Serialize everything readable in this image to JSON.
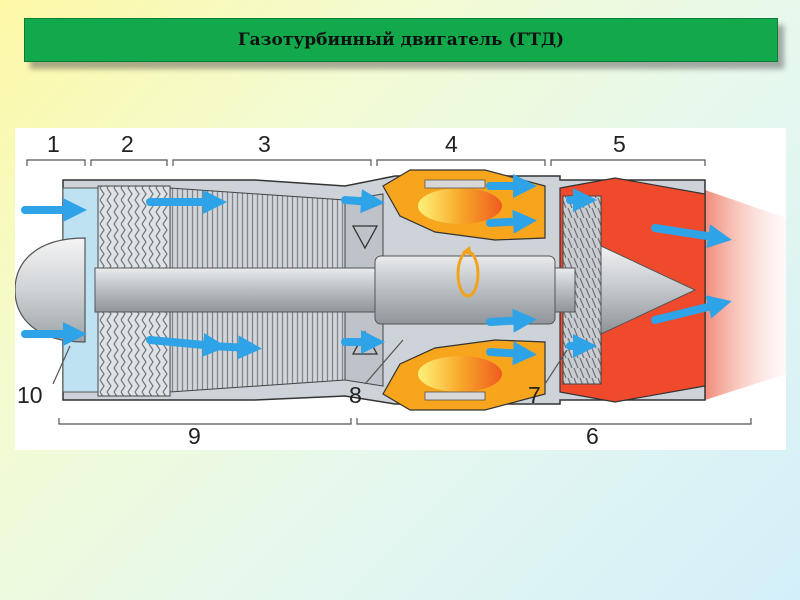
{
  "slide": {
    "title": "Газотурбинный двигатель (ГТД)"
  },
  "diagram": {
    "labels": {
      "l1": "1",
      "l2": "2",
      "l3": "3",
      "l4": "4",
      "l5": "5",
      "l6": "6",
      "l7": "7",
      "l8": "8",
      "l9": "9",
      "l10": "10"
    },
    "colors": {
      "casing": "#ccd1d6",
      "flow_arrow": "#2ea3e8",
      "combustor": "#f7a51c",
      "flame": "#f06a1f",
      "exhaust": "#ef4a2c",
      "outline": "#333333"
    }
  }
}
